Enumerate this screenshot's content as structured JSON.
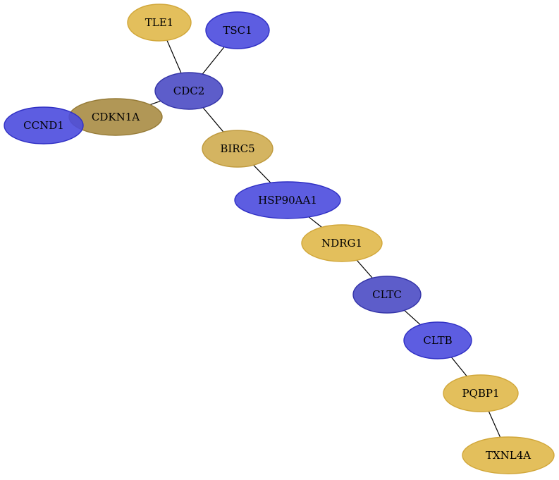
{
  "graph": {
    "nodes": [
      {
        "id": "TLE1",
        "label": "TLE1",
        "group": "gold"
      },
      {
        "id": "TSC1",
        "label": "TSC1",
        "group": "blue"
      },
      {
        "id": "CDC2",
        "label": "CDC2",
        "group": "blue-dark"
      },
      {
        "id": "CCND1",
        "label": "CCND1",
        "group": "blue"
      },
      {
        "id": "CDKN1A",
        "label": "CDKN1A",
        "group": "olive"
      },
      {
        "id": "BIRC5",
        "label": "BIRC5",
        "group": "gold-dark"
      },
      {
        "id": "HSP90AA1",
        "label": "HSP90AA1",
        "group": "blue"
      },
      {
        "id": "NDRG1",
        "label": "NDRG1",
        "group": "gold"
      },
      {
        "id": "CLTC",
        "label": "CLTC",
        "group": "blue-dark"
      },
      {
        "id": "CLTB",
        "label": "CLTB",
        "group": "blue"
      },
      {
        "id": "PQBP1",
        "label": "PQBP1",
        "group": "gold"
      },
      {
        "id": "TXNL4A",
        "label": "TXNL4A",
        "group": "gold"
      }
    ],
    "edges": [
      {
        "source": "TLE1",
        "target": "CDC2"
      },
      {
        "source": "TSC1",
        "target": "CDC2"
      },
      {
        "source": "CDC2",
        "target": "CDKN1A"
      },
      {
        "source": "CDC2",
        "target": "BIRC5"
      },
      {
        "source": "BIRC5",
        "target": "HSP90AA1"
      },
      {
        "source": "HSP90AA1",
        "target": "NDRG1"
      },
      {
        "source": "NDRG1",
        "target": "CLTC"
      },
      {
        "source": "CLTC",
        "target": "CLTB"
      },
      {
        "source": "CLTB",
        "target": "PQBP1"
      },
      {
        "source": "PQBP1",
        "target": "TXNL4A"
      }
    ]
  },
  "colors": {
    "blue": {
      "fill": "#4b4bde",
      "stroke": "#2f2fc4"
    },
    "blue-dark": {
      "fill": "#4b4bc4",
      "stroke": "#3434a8"
    },
    "gold": {
      "fill": "#e0b84a",
      "stroke": "#d1a73a"
    },
    "gold-dark": {
      "fill": "#cfac50",
      "stroke": "#bf9a3e"
    },
    "olive": {
      "fill": "#a88c44",
      "stroke": "#957a36"
    }
  }
}
